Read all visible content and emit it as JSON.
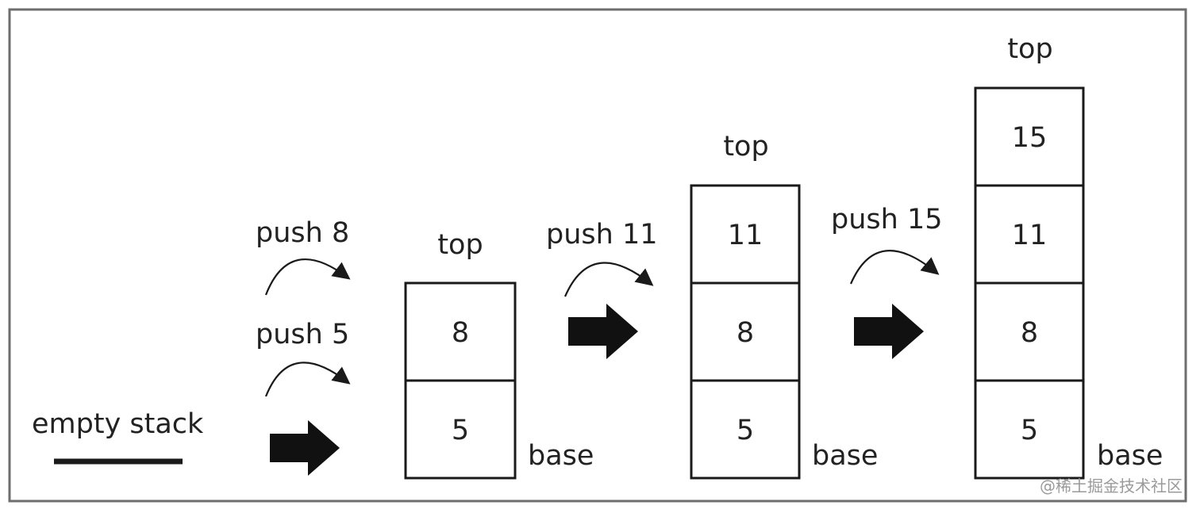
{
  "labels": {
    "empty_stack": "empty stack",
    "push_5": "push 5",
    "push_8": "push 8",
    "push_11": "push 11",
    "push_15": "push 15",
    "top": "top",
    "base": "base"
  },
  "stacks": [
    {
      "items": [
        "5",
        "8"
      ]
    },
    {
      "items": [
        "5",
        "8",
        "11"
      ]
    },
    {
      "items": [
        "5",
        "8",
        "11",
        "15"
      ]
    }
  ],
  "watermark": "@稀土掘金技术社区"
}
